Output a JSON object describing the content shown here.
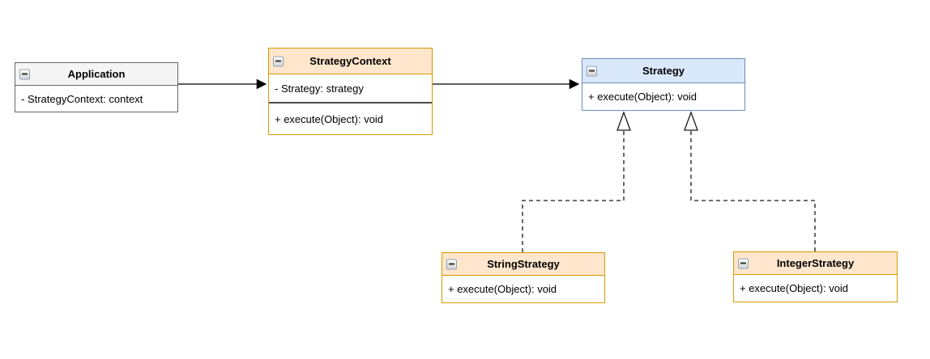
{
  "classes": {
    "application": {
      "title": "Application",
      "attribute": "- StrategyContext: context"
    },
    "strategy_context": {
      "title": "StrategyContext",
      "attribute": "- Strategy: strategy",
      "method": "+ execute(Object): void"
    },
    "strategy": {
      "title": "Strategy",
      "method": "+ execute(Object): void"
    },
    "string_strategy": {
      "title": "StringStrategy",
      "method": "+ execute(Object): void"
    },
    "integer_strategy": {
      "title": "IntegerStrategy",
      "method": "+ execute(Object): void"
    }
  },
  "icons": {
    "collapse": "minus-square-icon"
  },
  "colors": {
    "canvas_bg": "#ffffff",
    "gray_fill": "#f5f5f5",
    "gray_stroke": "#666666",
    "orange_fill": "#ffe6cc",
    "orange_stroke": "#d79b00",
    "blue_fill": "#dae8fc",
    "blue_stroke": "#6c8ebf",
    "section_divider": "#4d4d4d",
    "connector": "#000000"
  },
  "connectors": [
    {
      "from": "Application",
      "to": "StrategyContext",
      "type": "directed association",
      "style": "solid line, filled arrowhead"
    },
    {
      "from": "StrategyContext",
      "to": "Strategy",
      "type": "directed association",
      "style": "solid line, filled arrowhead"
    },
    {
      "from": "StringStrategy",
      "to": "Strategy",
      "type": "realization",
      "style": "dashed line, hollow triangle"
    },
    {
      "from": "IntegerStrategy",
      "to": "Strategy",
      "type": "realization",
      "style": "dashed line, hollow triangle"
    }
  ]
}
